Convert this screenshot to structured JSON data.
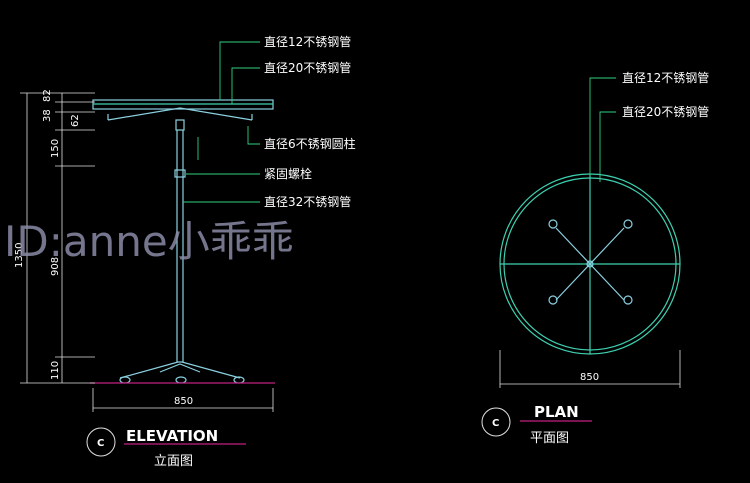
{
  "elevation": {
    "leaders": [
      "直径12不锈钢管",
      "直径20不锈钢管",
      "直径6不锈钢圆柱",
      "紧固螺栓",
      "直径32不锈钢管"
    ],
    "dims_vertical": [
      "82",
      "38",
      "62",
      "150",
      "1350",
      "908",
      "110"
    ],
    "dim_width": "850",
    "tag": "C",
    "title": "ELEVATION",
    "subtitle": "立面图"
  },
  "plan": {
    "leaders": [
      "直径12不锈钢管",
      "直径20不锈钢管"
    ],
    "dim_width": "850",
    "tag": "C",
    "title": "PLAN",
    "subtitle": "平面图"
  },
  "watermark": "ID:anne小乖乖",
  "colors": {
    "line": "#3fcfb0",
    "leader": "#2fd080",
    "tube": "#8ad0e0",
    "dim": "#e0e0e0",
    "accent": "#c02080"
  }
}
